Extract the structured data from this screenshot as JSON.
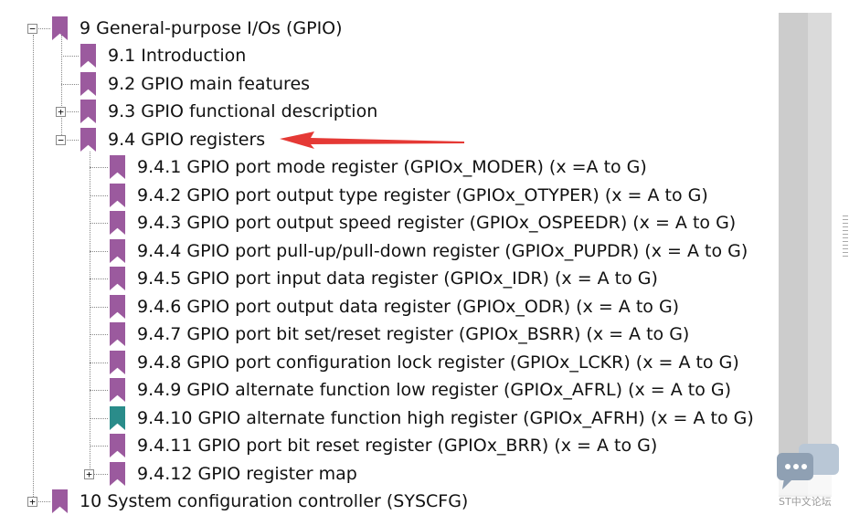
{
  "tree": {
    "items": [
      {
        "label": "9 General-purpose I/Os (GPIO)",
        "toggle": "−",
        "icon_color": "#9b5a9e"
      },
      {
        "label": "9.1 Introduction",
        "icon_color": "#9b5a9e"
      },
      {
        "label": "9.2 GPIO main features",
        "icon_color": "#9b5a9e"
      },
      {
        "label": "9.3 GPIO functional description",
        "toggle": "+",
        "icon_color": "#9b5a9e"
      },
      {
        "label": "9.4 GPIO registers",
        "toggle": "−",
        "icon_color": "#9b5a9e"
      },
      {
        "label": "9.4.1 GPIO port mode register (GPIOx_MODER) (x =A to G)",
        "icon_color": "#9b5a9e"
      },
      {
        "label": "9.4.2 GPIO port output type register (GPIOx_OTYPER) (x = A to G)",
        "icon_color": "#9b5a9e"
      },
      {
        "label": "9.4.3 GPIO port output speed register (GPIOx_OSPEEDR) (x = A to G)",
        "icon_color": "#9b5a9e"
      },
      {
        "label": "9.4.4 GPIO port pull-up/pull-down register (GPIOx_PUPDR) (x = A to G)",
        "icon_color": "#9b5a9e"
      },
      {
        "label": "9.4.5 GPIO port input data register (GPIOx_IDR) (x = A to G)",
        "icon_color": "#9b5a9e"
      },
      {
        "label": "9.4.6 GPIO port output data register (GPIOx_ODR) (x = A to G)",
        "icon_color": "#9b5a9e"
      },
      {
        "label": "9.4.7 GPIO port bit set/reset register (GPIOx_BSRR) (x = A to G)",
        "icon_color": "#9b5a9e"
      },
      {
        "label": "9.4.8 GPIO port configuration lock register (GPIOx_LCKR) (x = A to G)",
        "icon_color": "#9b5a9e"
      },
      {
        "label": "9.4.9 GPIO alternate function low register (GPIOx_AFRL) (x = A to G)",
        "icon_color": "#9b5a9e"
      },
      {
        "label": "9.4.10 GPIO alternate function high register (GPIOx_AFRH) (x = A to G)",
        "icon_color": "#2a8c8a"
      },
      {
        "label": "9.4.11 GPIO port bit reset register (GPIOx_BRR) (x = A to G)",
        "icon_color": "#9b5a9e"
      },
      {
        "label": "9.4.12 GPIO register map",
        "toggle": "+",
        "icon_color": "#9b5a9e"
      },
      {
        "label": "10 System configuration controller (SYSCFG)",
        "toggle": "+",
        "icon_color": "#9b5a9e"
      }
    ]
  },
  "annotation": {
    "arrow_color": "#e53935"
  },
  "watermark": {
    "text": "ST中文论坛"
  },
  "colors": {
    "scrollbar": "#c9c9c9",
    "bookmark": "#9b5a9e",
    "bookmark_selected": "#2a8c8a"
  }
}
